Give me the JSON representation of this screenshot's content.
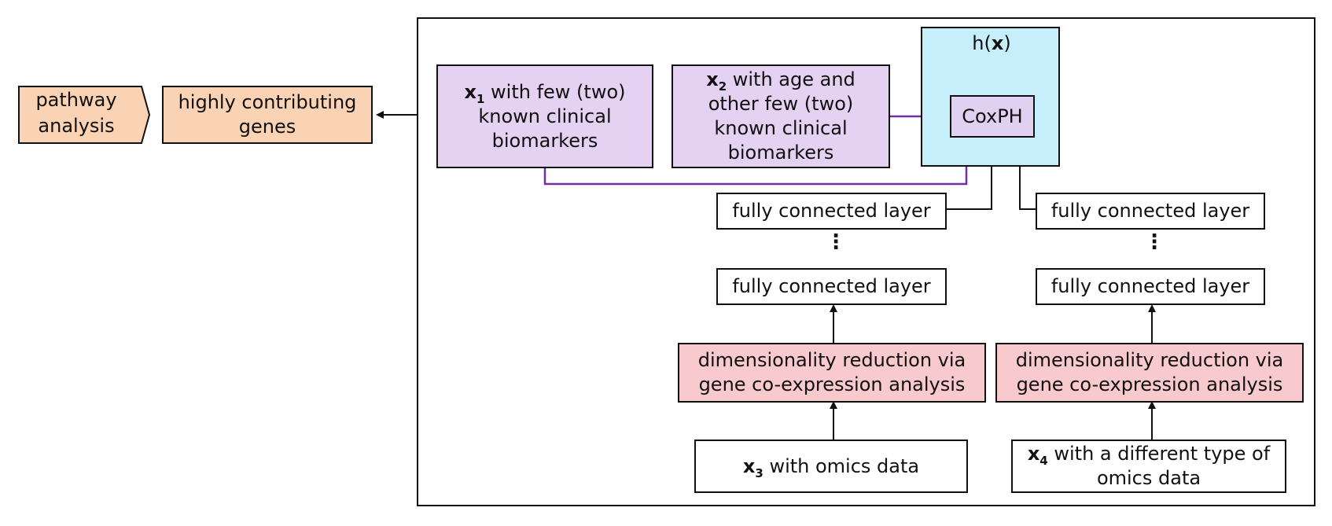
{
  "pathway_box": {
    "text": "pathway analysis"
  },
  "genes_box": {
    "text": "highly contributing genes"
  },
  "x1_box": {
    "var": "x",
    "sub": "1",
    "rest": " with few (two) known clinical biomarkers"
  },
  "x2_box": {
    "var": "x",
    "sub": "2",
    "rest": " with age and other few (two) known clinical biomarkers"
  },
  "output": {
    "prefix": "h(",
    "var": "x",
    "suffix": ")"
  },
  "coxph": {
    "text": "CoxPH"
  },
  "left_branch": {
    "fc_top": "fully connected layer",
    "ellipsis": "⋮",
    "fc_bottom": "fully connected layer",
    "dim_reduction": "dimensionality reduction via gene co-expression analysis",
    "input": {
      "var": "x",
      "sub": "3",
      "rest": " with omics data"
    }
  },
  "right_branch": {
    "fc_top": "fully connected layer",
    "ellipsis": "⋮",
    "fc_bottom": "fully connected layer",
    "dim_reduction": "dimensionality reduction via gene co-expression analysis",
    "input": {
      "var": "x",
      "sub": "4",
      "rest": " with a different type of omics data"
    }
  },
  "colors": {
    "peach": "#fad2b4",
    "lilac": "#e5d1f1",
    "pink": "#f8c9cd",
    "light_blue": "#c6eefb",
    "purple_arrow": "#7030a0",
    "black_arrow": "#111111"
  }
}
